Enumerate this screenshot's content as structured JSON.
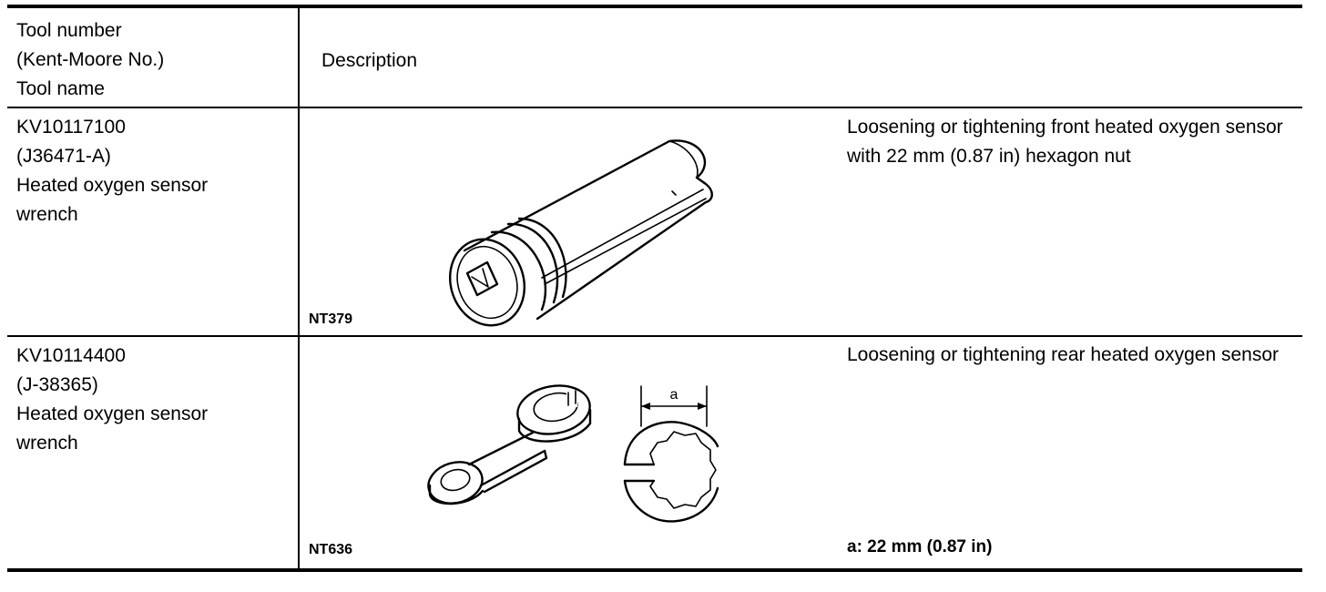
{
  "header": {
    "col1": [
      "Tool number",
      "(Kent-Moore No.)",
      "Tool name"
    ],
    "col2": "Description"
  },
  "rows": [
    {
      "tool_number": "KV10117100",
      "kent_moore": "(J36471-A)",
      "name_line1": "Heated oxygen sensor",
      "name_line2": "wrench",
      "figure_code": "NT379",
      "figure_icon": "deep-socket-wrench-illustration",
      "usage": "Loosening or tightening front heated oxygen sensor with 22 mm (0.87 in) hexagon nut",
      "note": ""
    },
    {
      "tool_number": "KV10114400",
      "kent_moore": "(J-38365)",
      "name_line1": "Heated oxygen sensor",
      "name_line2": "wrench",
      "figure_code": "NT636",
      "figure_icon": "flare-nut-wrench-illustration",
      "figure_label": "a",
      "usage": "Loosening or tightening rear heated oxygen sensor",
      "note": "a: 22 mm (0.87 in)"
    }
  ]
}
